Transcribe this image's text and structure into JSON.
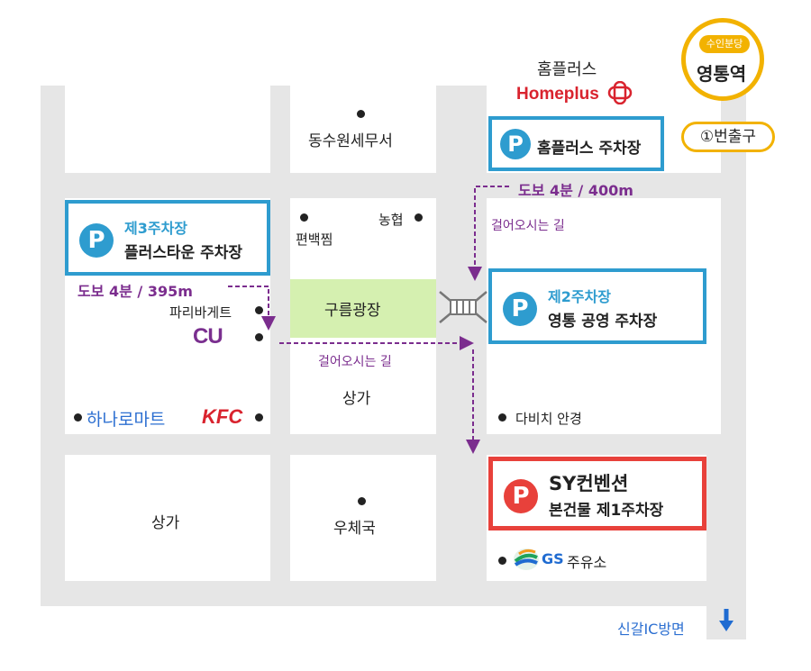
{
  "station": {
    "badge": "수인분당",
    "name": "영통역",
    "exit": "①번출구"
  },
  "homeplus": {
    "name_ko": "홈플러스",
    "logo_text": "Homeplus"
  },
  "landmarks": {
    "tax_office": "동수원세무서",
    "nonghyup": "농협",
    "pyeonbaekjjim": "편백찜",
    "paris_baguette": "파리바게트",
    "cu_logo": "CU",
    "hanaro_mart": "하나로마트",
    "kfc_logo": "KFC",
    "plaza": "구름광장",
    "shops_center": "상가",
    "shops_left": "상가",
    "post_office": "우체국",
    "davichi": "다비치 안경",
    "gs_logo": "GS",
    "gas_station": "주유소"
  },
  "parking": {
    "homeplus": {
      "icon": "P",
      "label": "홈플러스 주차장"
    },
    "lot3": {
      "icon": "P",
      "title": "제3주차장",
      "name": "플러스타운 주차장"
    },
    "lot2": {
      "icon": "P",
      "title": "제2주차장",
      "name": "영통 공영 주차장"
    },
    "lot1": {
      "icon": "P",
      "title": "SY컨벤션",
      "name": "본건물 제1주차장"
    }
  },
  "walking": {
    "to_homeplus_distance": "도보 4분 / 400m",
    "to_lot3_distance": "도보 4분 / 395m",
    "path_label_right": "걸어오시는 길",
    "path_label_center": "걸어오시는 길"
  },
  "direction": {
    "label": "신갈IC방면"
  },
  "colors": {
    "road": "#e6e6e6",
    "parking_blue": "#2e9ccf",
    "parking_red": "#e8413b",
    "walk_purple": "#7b2d8e",
    "plaza_green": "#d5f0b0",
    "station_yellow": "#f2b200"
  }
}
